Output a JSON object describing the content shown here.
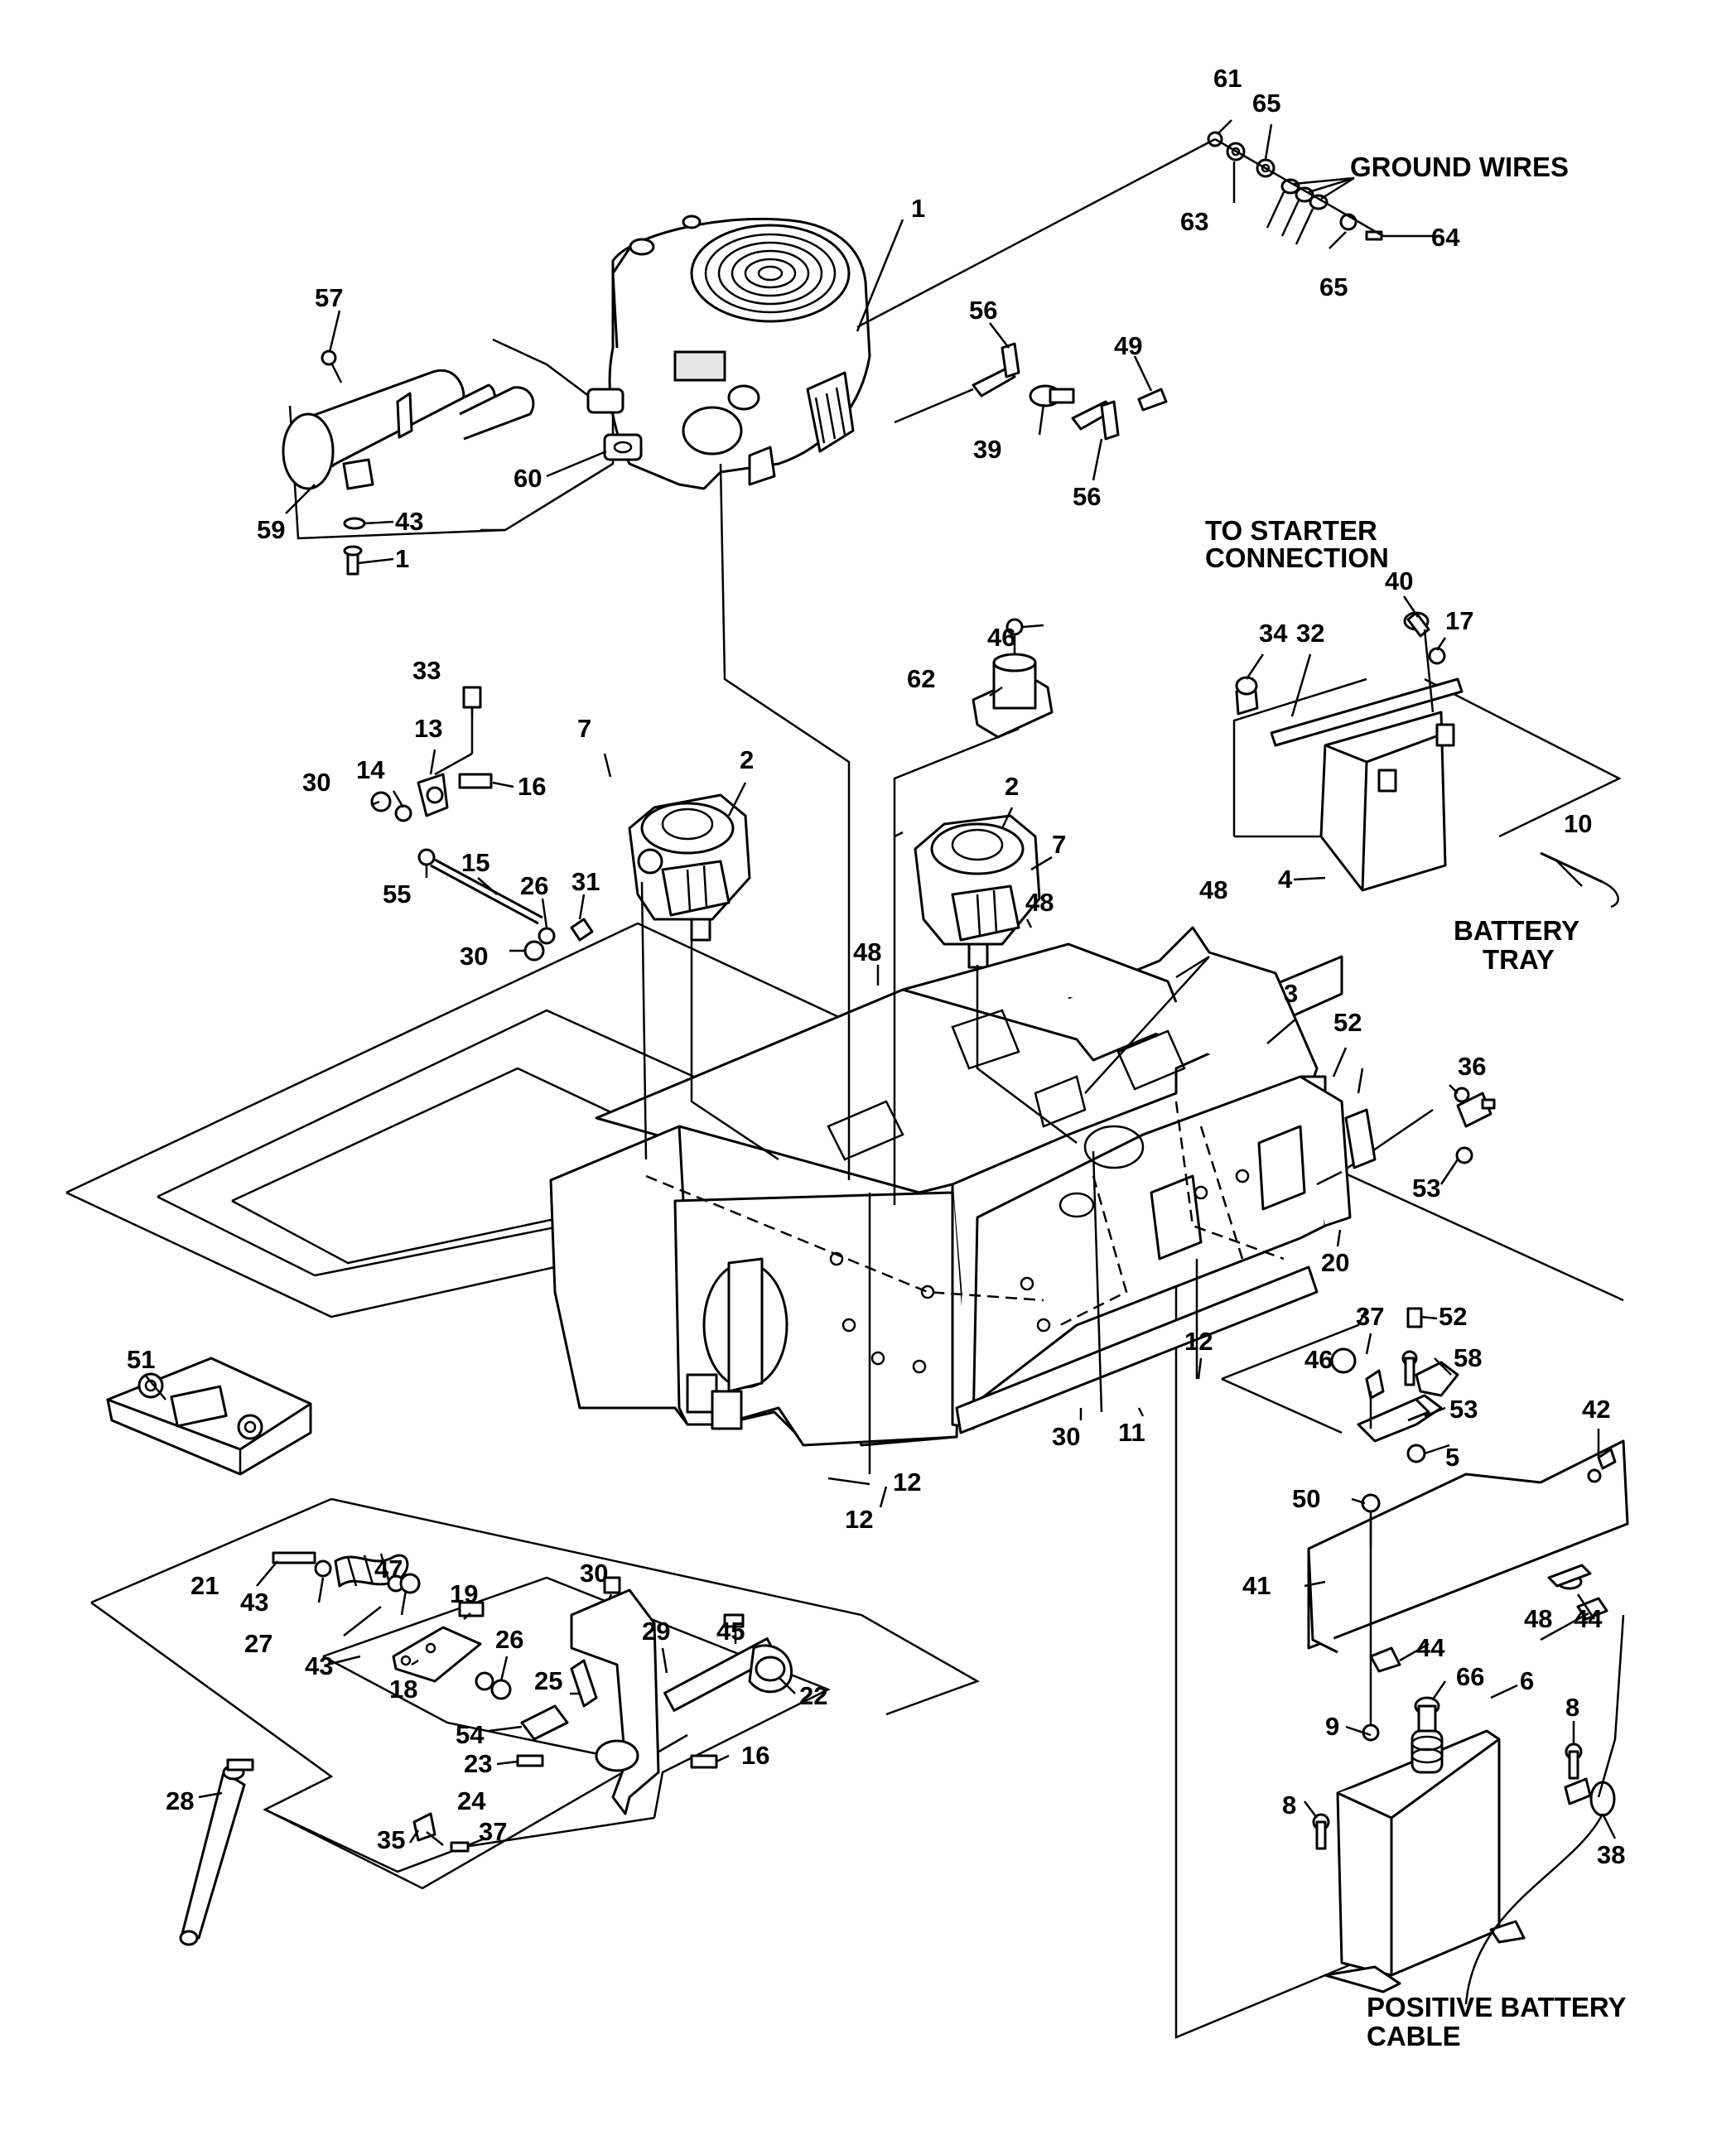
{
  "labels": {
    "ground_wires": "GROUND WIRES",
    "to_starter_1": "TO STARTER",
    "to_starter_2": "CONNECTION",
    "battery_tray_1": "BATTERY",
    "battery_tray_2": "TRAY",
    "positive_cable_1": "POSITIVE BATTERY",
    "positive_cable_2": "CABLE"
  },
  "callouts": [
    {
      "id": "c-61",
      "text": "61"
    },
    {
      "id": "c-65a",
      "text": "65"
    },
    {
      "id": "c-63",
      "text": "63"
    },
    {
      "id": "c-64",
      "text": "64"
    },
    {
      "id": "c-65b",
      "text": "65"
    },
    {
      "id": "c-1a",
      "text": "1"
    },
    {
      "id": "c-57",
      "text": "57"
    },
    {
      "id": "c-56a",
      "text": "56"
    },
    {
      "id": "c-49",
      "text": "49"
    },
    {
      "id": "c-39",
      "text": "39"
    },
    {
      "id": "c-56b",
      "text": "56"
    },
    {
      "id": "c-60",
      "text": "60"
    },
    {
      "id": "c-59",
      "text": "59"
    },
    {
      "id": "c-43a",
      "text": "43"
    },
    {
      "id": "c-1b",
      "text": "1"
    },
    {
      "id": "c-40",
      "text": "40"
    },
    {
      "id": "c-34",
      "text": "34"
    },
    {
      "id": "c-32",
      "text": "32"
    },
    {
      "id": "c-17",
      "text": "17"
    },
    {
      "id": "c-46a",
      "text": "46"
    },
    {
      "id": "c-62",
      "text": "62"
    },
    {
      "id": "c-33",
      "text": "33"
    },
    {
      "id": "c-13",
      "text": "13"
    },
    {
      "id": "c-7a",
      "text": "7"
    },
    {
      "id": "c-2a",
      "text": "2"
    },
    {
      "id": "c-2b",
      "text": "2"
    },
    {
      "id": "c-30a",
      "text": "30"
    },
    {
      "id": "c-14",
      "text": "14"
    },
    {
      "id": "c-16a",
      "text": "16"
    },
    {
      "id": "c-15",
      "text": "15"
    },
    {
      "id": "c-55",
      "text": "55"
    },
    {
      "id": "c-26a",
      "text": "26"
    },
    {
      "id": "c-31",
      "text": "31"
    },
    {
      "id": "c-30b",
      "text": "30"
    },
    {
      "id": "c-7b",
      "text": "7"
    },
    {
      "id": "c-48a",
      "text": "48"
    },
    {
      "id": "c-48b",
      "text": "48"
    },
    {
      "id": "c-48c",
      "text": "48"
    },
    {
      "id": "c-4",
      "text": "4"
    },
    {
      "id": "c-10",
      "text": "10"
    },
    {
      "id": "c-3",
      "text": "3"
    },
    {
      "id": "c-52a",
      "text": "52"
    },
    {
      "id": "c-36",
      "text": "36"
    },
    {
      "id": "c-53a",
      "text": "53"
    },
    {
      "id": "c-20",
      "text": "20"
    },
    {
      "id": "c-51",
      "text": "51"
    },
    {
      "id": "c-37a",
      "text": "37"
    },
    {
      "id": "c-52b",
      "text": "52"
    },
    {
      "id": "c-58",
      "text": "58"
    },
    {
      "id": "c-12a",
      "text": "12"
    },
    {
      "id": "c-46b",
      "text": "46"
    },
    {
      "id": "c-53b",
      "text": "53"
    },
    {
      "id": "c-5",
      "text": "5"
    },
    {
      "id": "c-30c",
      "text": "30"
    },
    {
      "id": "c-11",
      "text": "11"
    },
    {
      "id": "c-42",
      "text": "42"
    },
    {
      "id": "c-12b",
      "text": "12"
    },
    {
      "id": "c-12c",
      "text": "12"
    },
    {
      "id": "c-50",
      "text": "50"
    },
    {
      "id": "c-41",
      "text": "41"
    },
    {
      "id": "c-48d",
      "text": "48"
    },
    {
      "id": "c-44a",
      "text": "44"
    },
    {
      "id": "c-44b",
      "text": "44"
    },
    {
      "id": "c-21",
      "text": "21"
    },
    {
      "id": "c-30d",
      "text": "30"
    },
    {
      "id": "c-47",
      "text": "47"
    },
    {
      "id": "c-19",
      "text": "19"
    },
    {
      "id": "c-43b",
      "text": "43"
    },
    {
      "id": "c-27",
      "text": "27"
    },
    {
      "id": "c-43c",
      "text": "43"
    },
    {
      "id": "c-29",
      "text": "29"
    },
    {
      "id": "c-45",
      "text": "45"
    },
    {
      "id": "c-22",
      "text": "22"
    },
    {
      "id": "c-26b",
      "text": "26"
    },
    {
      "id": "c-25",
      "text": "25"
    },
    {
      "id": "c-18",
      "text": "18"
    },
    {
      "id": "c-54",
      "text": "54"
    },
    {
      "id": "c-23",
      "text": "23"
    },
    {
      "id": "c-24",
      "text": "24"
    },
    {
      "id": "c-16b",
      "text": "16"
    },
    {
      "id": "c-9",
      "text": "9"
    },
    {
      "id": "c-66",
      "text": "66"
    },
    {
      "id": "c-8a",
      "text": "8"
    },
    {
      "id": "c-6",
      "text": "6"
    },
    {
      "id": "c-8b",
      "text": "8"
    },
    {
      "id": "c-38",
      "text": "38"
    },
    {
      "id": "c-35",
      "text": "35"
    },
    {
      "id": "c-37b",
      "text": "37"
    },
    {
      "id": "c-28",
      "text": "28"
    }
  ]
}
